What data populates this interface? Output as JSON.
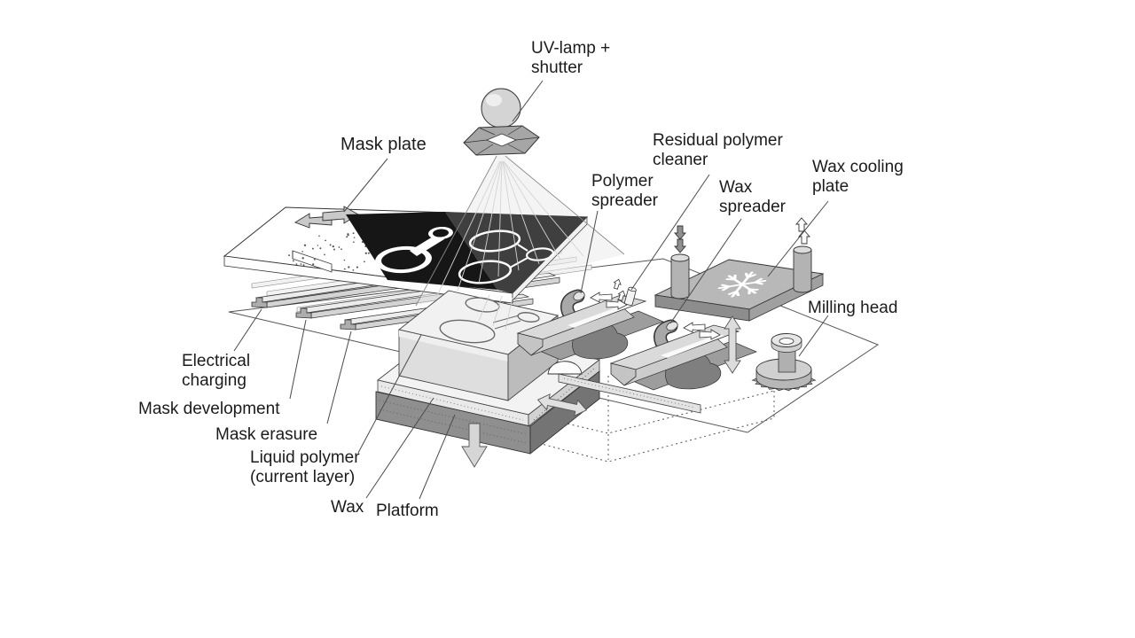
{
  "labels": {
    "uv_lamp_shutter": {
      "text": "UV-lamp +\nshutter"
    },
    "mask_plate": {
      "text": "Mask plate"
    },
    "residual_cleaner": {
      "text": "Residual polymer\ncleaner"
    },
    "polymer_spreader": {
      "text": "Polymer\nspreader"
    },
    "wax_spreader": {
      "text": "Wax\nspreader"
    },
    "wax_cooling_plate": {
      "text": "Wax cooling\nplate"
    },
    "milling_head": {
      "text": "Milling head"
    },
    "electrical_charging": {
      "text": "Electrical\ncharging"
    },
    "mask_development": {
      "text": "Mask development"
    },
    "mask_erasure": {
      "text": "Mask erasure"
    },
    "liquid_polymer": {
      "text": "Liquid polymer\n(current layer)"
    },
    "wax": {
      "text": "Wax"
    },
    "platform": {
      "text": "Platform"
    }
  },
  "icons": [
    "uv-lamp-icon",
    "shutter-icon",
    "uv-rays",
    "transfer-arrows-icon",
    "snowflake-icon",
    "down-feed-arrows-icon",
    "up-retract-arrows-icon",
    "spray-arrows-icon",
    "up-down-arrow-icon",
    "left-right-arrow-icon",
    "down-arrow-icon",
    "milling-head-icon",
    "ghost-outline-dotted"
  ],
  "colors": {
    "background": "#ffffff",
    "line": "#333333",
    "leader_line": "#4a4a4a",
    "mask_black": "#161616",
    "exposure_gray": "#3f3f3f",
    "metal_light": "#e8e8e8",
    "metal_mid": "#b5b5b5",
    "metal_dark": "#8d8d8d",
    "platform_gray": "#8f8f8f",
    "arrow_fill": "#d9d9d9",
    "snowflake": "#ffffff"
  }
}
